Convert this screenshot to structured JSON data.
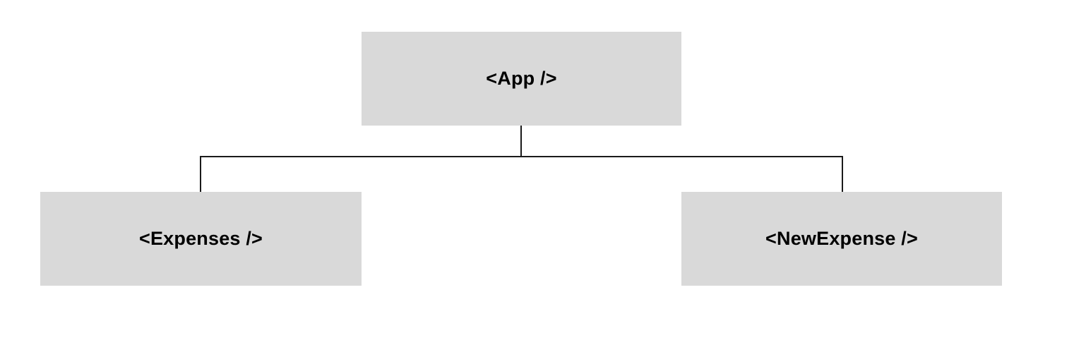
{
  "diagram": {
    "type": "component-tree",
    "background_color": "#ffffff",
    "node_fill_color": "#d9d9d9",
    "edge_color": "#1a1a1a",
    "text_color": "#000000",
    "nodes": [
      {
        "id": "app",
        "label": "<App />",
        "role": "root"
      },
      {
        "id": "expenses",
        "label": "<Expenses />",
        "role": "child"
      },
      {
        "id": "newexpense",
        "label": "<NewExpense />",
        "role": "child"
      }
    ],
    "edges": [
      {
        "from": "app",
        "to": "expenses"
      },
      {
        "from": "app",
        "to": "newexpense"
      }
    ]
  }
}
